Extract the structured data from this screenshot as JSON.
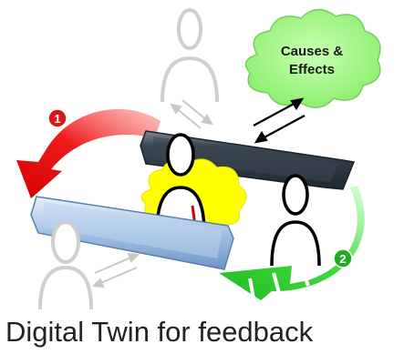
{
  "cloud": {
    "line1": "Causes &",
    "line2": "Effects"
  },
  "badges": {
    "badge1": "1",
    "badge2": "2"
  },
  "caption": "Digital Twin for feedback",
  "colors": {
    "red_arrow": "#ef1c1c",
    "green_arrow": "#33cc33",
    "cloud_fill": "#a6f58a",
    "yellow_cloud": "#ffff00",
    "dark_bar": "#2f3a45",
    "light_bar": "#a9c6e8",
    "person_gray": "#cfcfcf",
    "person_black": "#000000"
  },
  "icons": [
    "red-curved-arrow",
    "green-curved-arrow",
    "double-arrow-icon",
    "person-icon"
  ]
}
